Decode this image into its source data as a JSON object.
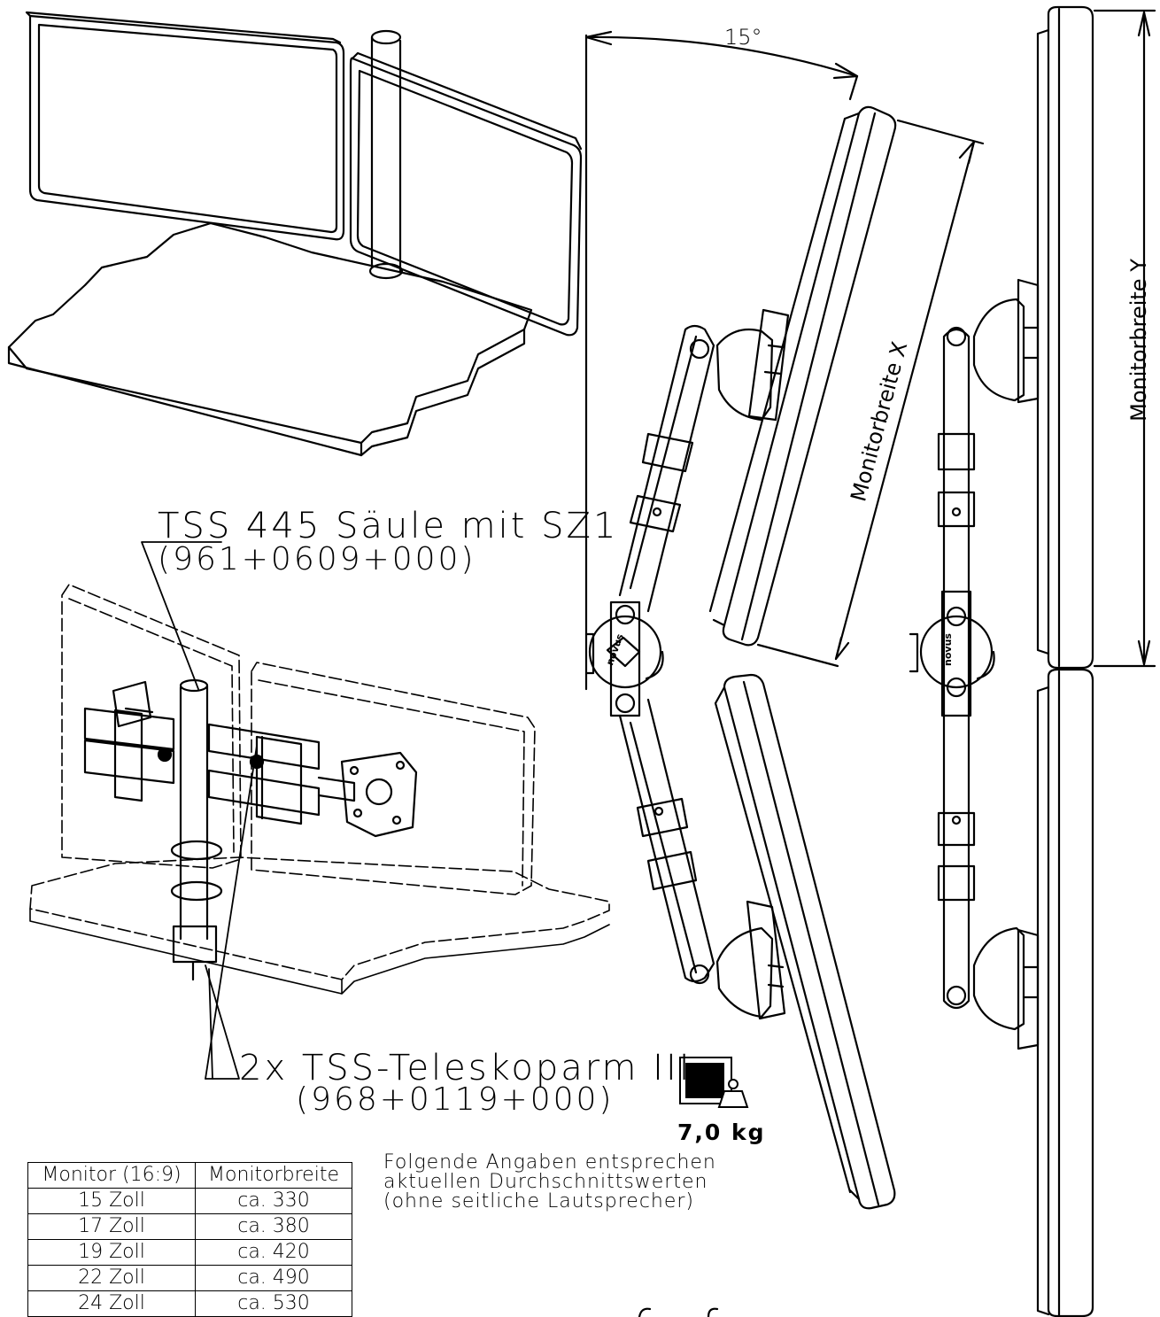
{
  "labels": {
    "angle": "15°",
    "monitor_width_x": "Monitorbreite X",
    "monitor_width_y": "Monitorbreite Y",
    "column_title": "TSS 445 Säule mit SZ1",
    "column_part": "(961+0609+000)",
    "arm_title": "2x TSS-Teleskoparm III",
    "arm_part": "(968+0119+000)",
    "weight": "7,0 kg",
    "arm_logo_left": "novus",
    "arm_logo_right": "novus"
  },
  "note": {
    "line1": "Folgende Angaben entsprechen",
    "line2": "aktuellen Durchschnittswerten",
    "line3": "(ohne seitliche Lautsprecher)"
  },
  "table": {
    "headers": [
      "Monitor (16:9)",
      "Monitorbreite"
    ],
    "rows": [
      [
        "15 Zoll",
        "ca. 330"
      ],
      [
        "17 Zoll",
        "ca. 380"
      ],
      [
        "19 Zoll",
        "ca. 420"
      ],
      [
        "22 Zoll",
        "ca. 490"
      ],
      [
        "24 Zoll",
        "ca. 530"
      ]
    ]
  },
  "icons": [
    "weight-icon",
    "monitor-icon"
  ]
}
